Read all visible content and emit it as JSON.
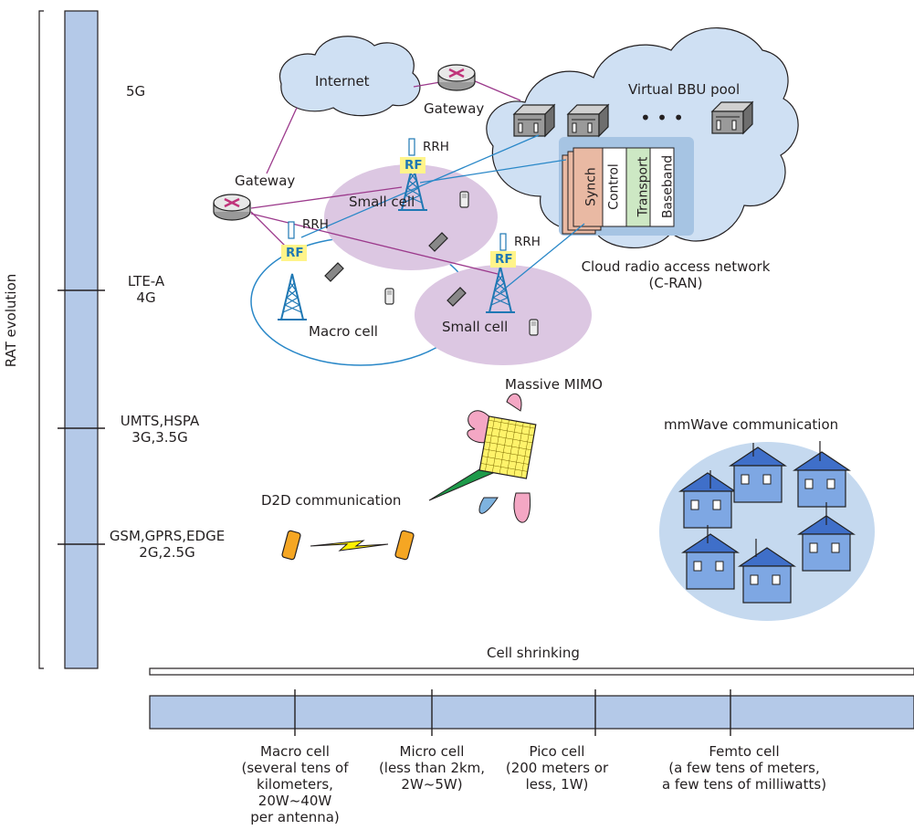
{
  "rat": {
    "axis_label": "RAT evolution",
    "generations": [
      {
        "line1": "5G",
        "line2": ""
      },
      {
        "line1": "LTE-A",
        "line2": "4G"
      },
      {
        "line1": "UMTS,HSPA",
        "line2": "3G,3.5G"
      },
      {
        "line1": "GSM,GPRS,EDGE",
        "line2": "2G,2.5G"
      }
    ]
  },
  "network": {
    "internet": "Internet",
    "gateway_top": "Gateway",
    "gateway_left": "Gateway",
    "bbu_pool": "Virtual BBU pool",
    "dots": "• • •",
    "rrh": "RRH",
    "rf": "RF",
    "small_cell": "Small cell",
    "macro_cell": "Macro cell",
    "cran_line1": "Cloud radio access network",
    "cran_line2": "(C-RAN)",
    "stack_layers": [
      "Synch",
      "Control",
      "Transport",
      "Baseband"
    ]
  },
  "technologies": {
    "massive_mimo": "Massive MIMO",
    "mmwave": "mmWave communication",
    "d2d": "D2D communication"
  },
  "cell_shrinking": {
    "label": "Cell shrinking",
    "cells": [
      {
        "name": "Macro cell",
        "detail": [
          "(several tens of",
          "kilometers,",
          "20W~40W",
          "per antenna)"
        ]
      },
      {
        "name": "Micro cell",
        "detail": [
          "(less than 2km,",
          "2W~5W)"
        ]
      },
      {
        "name": "Pico cell",
        "detail": [
          "(200 meters or",
          "less, 1W)"
        ]
      },
      {
        "name": "Femto cell",
        "detail": [
          "(a few tens of meters,",
          "a few tens of milliwatts)"
        ]
      }
    ]
  },
  "colors": {
    "bar_fill": "#b4c9e8",
    "cloud_fill": "#cfe0f3",
    "cell_fill": "#dcc7e2",
    "rf_fill": "#fff48a",
    "tower": "#1f78b4",
    "link_purple": "#9c3a8c",
    "link_blue": "#2a88c8"
  }
}
